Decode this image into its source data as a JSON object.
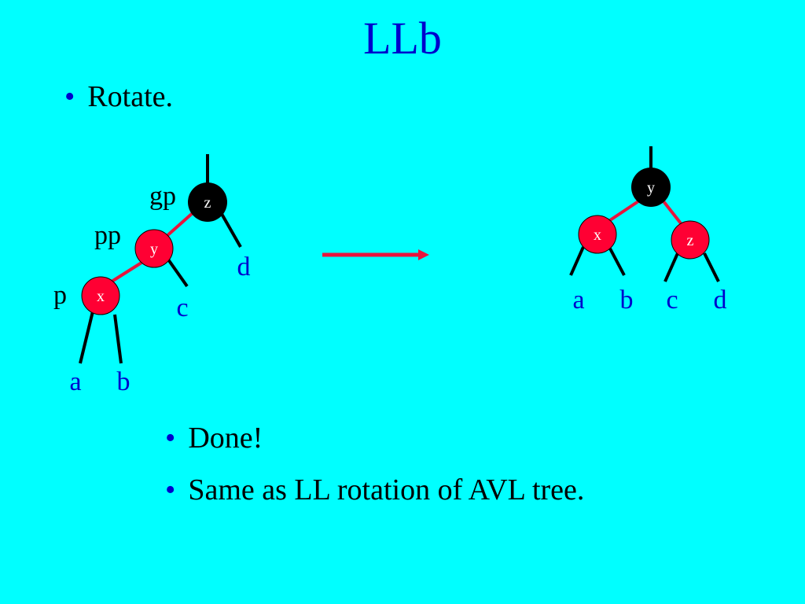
{
  "slide": {
    "title": "LLb",
    "bullets_top": [
      "Rotate."
    ],
    "bullets_bottom": [
      "Done!",
      "Same as LL rotation of AVL tree."
    ],
    "bullet_glyph": "•"
  },
  "colors": {
    "background": "#00ffff",
    "title_text": "#0000cc",
    "subtree_label": "#0000cc",
    "node_red": "#ff0033",
    "node_black": "#000000",
    "red_edge": "#e8143c",
    "black_edge": "#000000",
    "arrow": "#e8143c"
  },
  "diagram": {
    "before": {
      "nodes": [
        {
          "id": "z",
          "label": "z",
          "color": "black",
          "role": "gp"
        },
        {
          "id": "y",
          "label": "y",
          "color": "red",
          "role": "pp"
        },
        {
          "id": "x",
          "label": "x",
          "color": "red",
          "role": "p"
        }
      ],
      "role_labels": [
        "gp",
        "pp",
        "p"
      ],
      "subtrees": [
        "a",
        "b",
        "c",
        "d"
      ]
    },
    "after": {
      "nodes": [
        {
          "id": "y",
          "label": "y",
          "color": "black"
        },
        {
          "id": "x",
          "label": "x",
          "color": "red"
        },
        {
          "id": "z",
          "label": "z",
          "color": "red"
        }
      ],
      "subtrees": [
        "a",
        "b",
        "c",
        "d"
      ]
    },
    "arrow_icon": "right-arrow-icon"
  }
}
